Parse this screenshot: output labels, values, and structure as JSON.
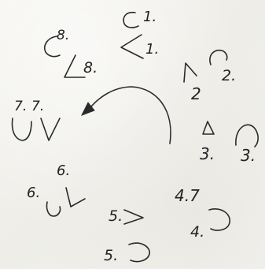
{
  "labels": {
    "l1a": "1.",
    "l1b": "1.",
    "l2a": "2.",
    "l2b": "2",
    "l3a": "3.",
    "l3b": "3.",
    "l47": "4.7",
    "l4": "4.",
    "l5a": "5.",
    "l5b": "5.",
    "l6a": "6.",
    "l6b": "6.",
    "l7a": "7.",
    "l7b": "7.",
    "l8a": "8.",
    "l8b": "8."
  }
}
